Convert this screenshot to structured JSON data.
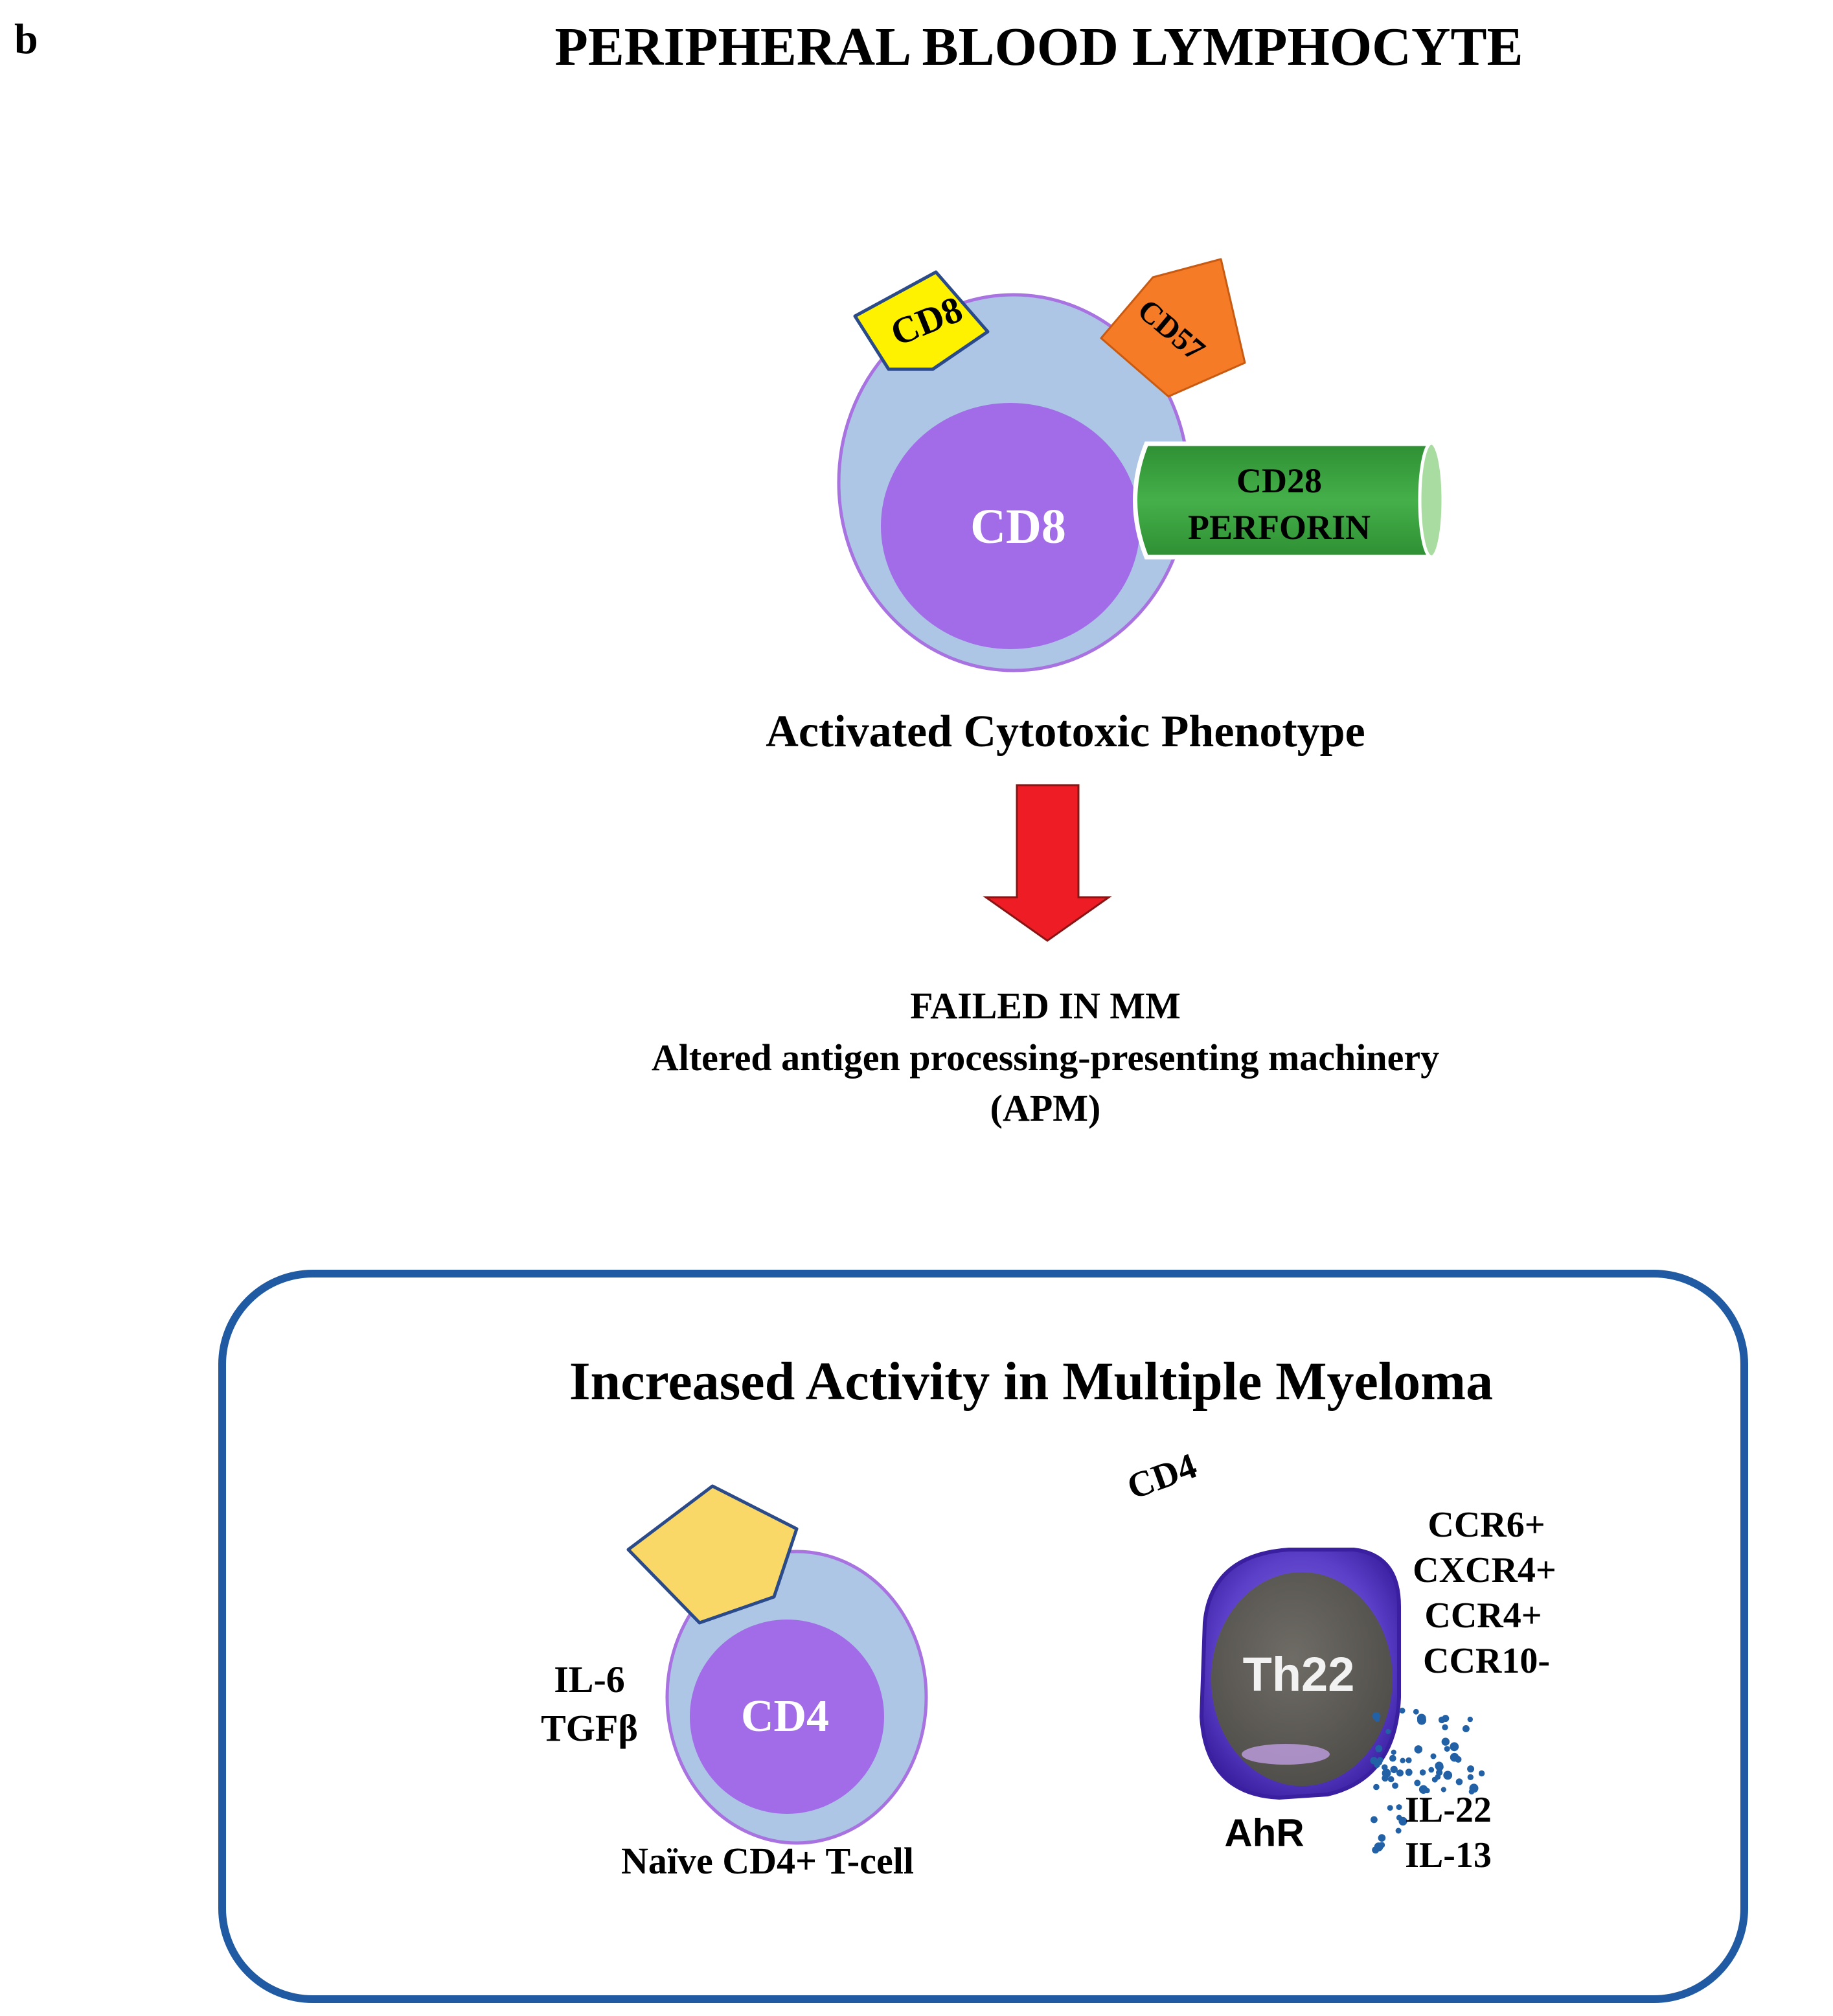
{
  "panel_label": "b",
  "title": "PERIPHERAL BLOOD LYMPHOCYTE",
  "cd8_cell": {
    "yellow_marker": "CD8",
    "orange_marker": "CD57",
    "nucleus_label": "CD8",
    "receptor_line1": "CD28",
    "receptor_line2": "PERFORIN",
    "caption": "Activated Cytotoxic Phenotype"
  },
  "outcome": {
    "line1": "FAILED IN MM",
    "line2": "Altered antigen processing-presenting machinery",
    "line3": "(APM)"
  },
  "box": {
    "title": "Increased Activity in Multiple Myeloma",
    "cd4_cell": {
      "marker": "CD4",
      "nucleus_label": "CD4",
      "cytokine1": "IL-6",
      "cytokine2": "TGFβ",
      "caption": "Naïve CD4+ T-cell"
    },
    "th22_cell": {
      "nucleus_label": "Th22",
      "receptor_label": "AhR",
      "markers": [
        "CCR6+",
        "CXCR4+",
        "CCR4+",
        "CCR10-"
      ],
      "cytokines": [
        "IL-22",
        "IL-13"
      ]
    }
  },
  "colors": {
    "cytoplasm": "#adc6e5",
    "membrane": "#a872e0",
    "nucleus": "#a26ce8",
    "cd8_marker": "#fff200",
    "cd57_marker": "#f57b27",
    "cd4_marker": "#f9d867",
    "receptor": "#3aa33e",
    "arrow": "#ee1c25",
    "box_border": "#1f5aa3",
    "th22_shell": "#5b3fc8",
    "th22_nucleus": "#5c5a55",
    "dots": "#2361a6"
  }
}
